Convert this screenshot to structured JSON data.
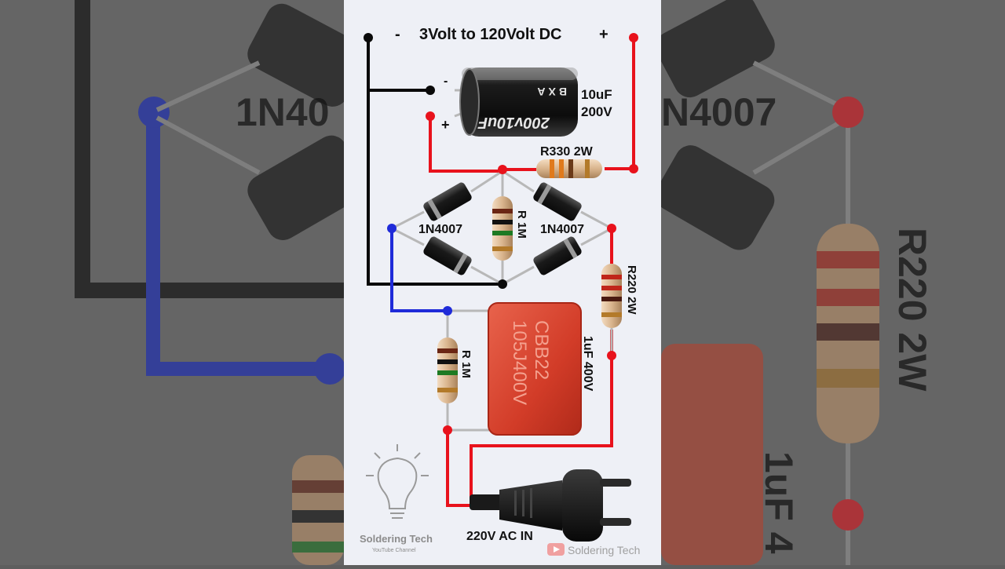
{
  "title": {
    "minus": "-",
    "text": "3Volt to 120Volt DC",
    "plus": "+"
  },
  "electrolytic_cap": {
    "value": "10uF",
    "voltage": "200V",
    "body_print": "200v10uF",
    "brand_print": "BXA",
    "neg_mark": "-",
    "pos_mark": "+"
  },
  "labels": {
    "r330": "R330 2W",
    "diode_left": "1N4007",
    "diode_right": "1N4007",
    "r1m_bridge": "R 1M",
    "r220": "R220 2W",
    "r1m_input": "R 1M",
    "film_cap_value": "1uF 400V",
    "film_cap_line1": "CBB22",
    "film_cap_line2": "105J400V",
    "ac_in": "220V AC IN"
  },
  "background": {
    "left_label": "1N40",
    "right_label": "N4007",
    "right_vertical_1": "R220 2W",
    "right_vertical_2": "1uF 4"
  },
  "watermarks": {
    "logo_text": "Soldering Tech",
    "logo_subtext": "YouTube Channel",
    "channel": "Soldering Tech"
  },
  "colors": {
    "positive_wire": "#e8121c",
    "negative_wire": "#0a0a0a",
    "ac_wire": "#1f2bd9",
    "film_cap": "#d8402c",
    "panel_bg": "#eef0f6"
  }
}
